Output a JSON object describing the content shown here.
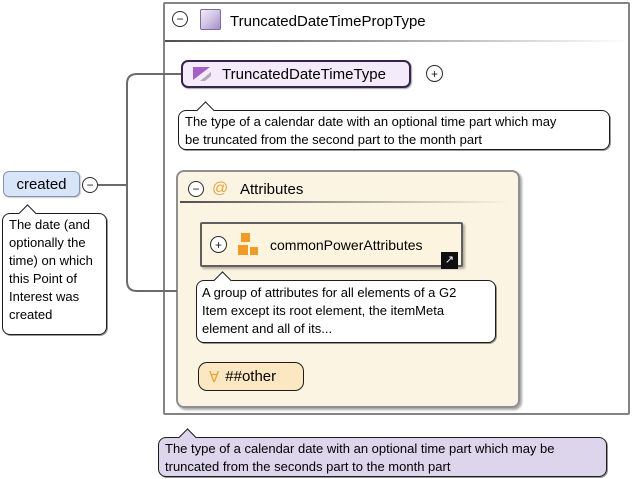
{
  "colors": {
    "purple_fill": "#f3ebf9",
    "purple_border": "#35244d",
    "purple_icon": "#a55fc8",
    "orange_accent": "#e8a33d",
    "orange_icon": "#ef9b28",
    "cream_fill": "#fcf4e2",
    "tan_fill": "#fbe8c2",
    "blue_fill": "#d8e4f7",
    "lavender_fill": "#dcd5ec"
  },
  "element": {
    "label": "created",
    "collapse_icon": "−"
  },
  "element_note_lines": [
    "The date (and",
    "optionally the",
    "time) on which",
    "this Point of",
    "Interest was",
    "created"
  ],
  "container": {
    "title": "TruncatedDateTimePropType",
    "collapse_icon": "−"
  },
  "base_type": {
    "label": "TruncatedDateTimeType",
    "expand_icon": "+"
  },
  "base_type_note_lines": [
    "The type of a calendar date with an optional time part which may",
    "be truncated from the second part to the month part"
  ],
  "attributes": {
    "title": "Attributes",
    "collapse_icon": "−",
    "at_icon": "@",
    "group": {
      "label": "commonPowerAttributes",
      "expand_icon": "+",
      "link_icon": "↗"
    },
    "group_note_lines": [
      "A group of attributes for all elements of a G2",
      "Item except its root element, the itemMeta",
      "element and all of its..."
    ],
    "wildcard": {
      "symbol": "∀",
      "label": "##other"
    }
  },
  "container_note_lines": [
    "The type of a calendar date with an optional time part which may be",
    "truncated from the seconds part to the month part"
  ]
}
